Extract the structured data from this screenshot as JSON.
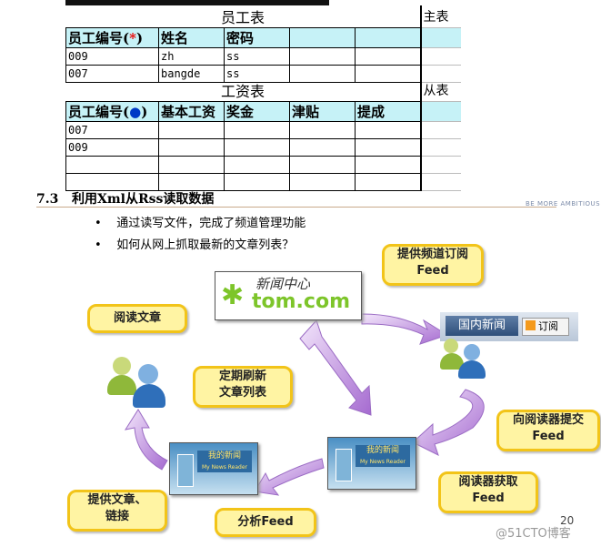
{
  "employee_table": {
    "title": "员工表",
    "side_label": "主表",
    "headers": [
      "员工编号(",
      "*",
      ")",
      "姓名",
      "密码"
    ],
    "rows": [
      [
        "009",
        "zh",
        "ss"
      ],
      [
        "007",
        "bangde",
        "ss"
      ]
    ]
  },
  "salary_table": {
    "title": "工资表",
    "side_label": "从表",
    "headers": [
      "员工编号(",
      "●",
      ")",
      "基本工资",
      "奖金",
      "津贴",
      "提成"
    ],
    "rows": [
      [
        "007"
      ],
      [
        "009"
      ],
      [
        ""
      ],
      [
        ""
      ]
    ]
  },
  "section": {
    "number": "7.3",
    "title": "利用Xml从Rss读取数据",
    "bullets": [
      "通过读写文件，完成了频道管理功能",
      "如何从网上抓取最新的文章列表？"
    ]
  },
  "header_fragment": "BE MORE AMBITIOUS",
  "diagram": {
    "callouts": {
      "provide_feed": [
        "提供频道订阅",
        "Feed"
      ],
      "read_article": [
        "阅读文章"
      ],
      "refresh": [
        "定期刷新",
        "文章列表"
      ],
      "submit_feed": [
        "向阅读器提交",
        "Feed"
      ],
      "provide_article": [
        "提供文章、",
        "链接"
      ],
      "parse_feed": [
        "分析Feed"
      ],
      "get_feed": [
        "阅读器获取",
        "Feed"
      ]
    },
    "news_site": {
      "line1": "新闻中心",
      "line2": "tom.com"
    },
    "tab_label": "国内新闻",
    "subscribe_label": "订阅",
    "reader_title": "我的新闻",
    "reader_subtitle": "My News Reader"
  },
  "page_number": "20",
  "watermark": "@51CTO博客",
  "colors": {
    "header_bg": "#c6f2f7",
    "callout_fill": "#fff4a3",
    "callout_border": "#f2c419",
    "arrow": "#b98ad8",
    "highlight": "#e00000"
  }
}
